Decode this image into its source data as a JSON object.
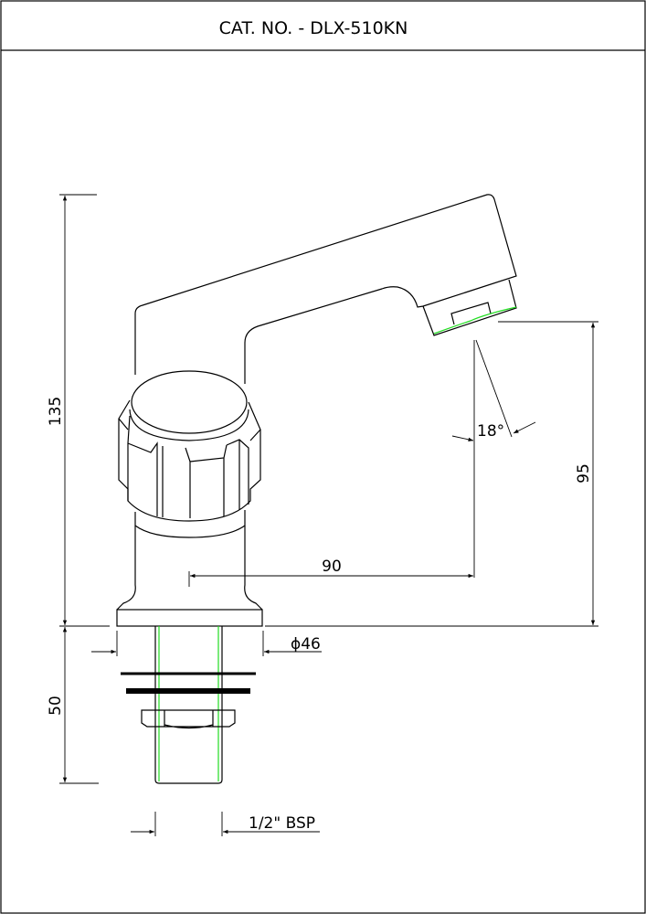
{
  "header": {
    "title": "CAT. NO. - DLX-510KN"
  },
  "dimensions": {
    "total_height": "135",
    "pipe_length": "50",
    "spout_height": "95",
    "spout_reach": "90",
    "base_diameter": "ϕ46",
    "spray_angle": "18°",
    "thread": "1/2\" BSP"
  },
  "colors": {
    "line": "#000000",
    "thread": "#22dd22"
  }
}
